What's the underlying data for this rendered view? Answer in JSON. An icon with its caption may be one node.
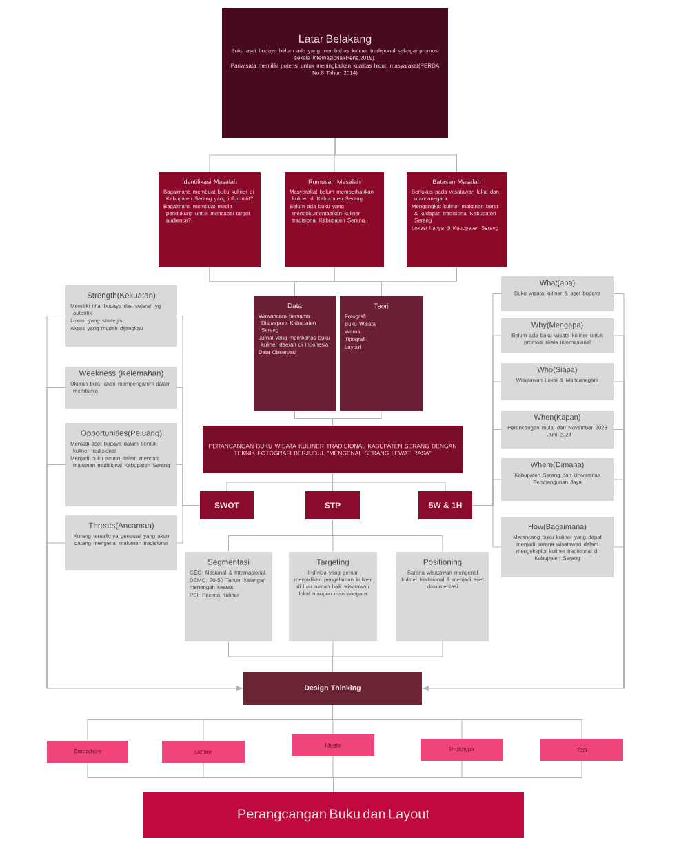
{
  "diagram": {
    "nodes": [
      {
        "text": [
          "Latar Belakang",
          "Buku aset budaya belum ada yang membahas kuliner tradisional sebagai promosi sekala internasional(Hens,2019).",
          "Pariwisata memiliki potensi untuk meningkatkan kualitas hidup masyarakat(PERDA No.8 Tahun 2014)"
        ]
      },
      {
        "text": [
          "Identifikasi Masalah",
          "Bagaimana membuat buku kuliner di Kabupaten Serang yang informatif?",
          "Bagaimana membuat media pendukung untuk mencapai target audience?"
        ]
      },
      {
        "text": [
          "Rumusan Masalah",
          "Masyarakat belum memperhatikan kuliner di Kabupaten Serang.",
          "Belum ada buku yang mendokumentasikan kuliner tradisional Kabupaten Serang."
        ]
      },
      {
        "text": [
          "Batasan Masalah",
          "Berfokus pada wisatawan lokal dan mancanegara.",
          "Mengangkat kuliner makanan berat & kudapan tradisional Kabupaten Serang",
          "Lokasi hanya di Kabupaten Serang"
        ]
      },
      {
        "text": [
          "Data",
          "Wawancara bersama Disparpora Kabupaten Serang",
          "Jurnal yang membahas buku kuliner daerah di Indonesia",
          "Data Observasi"
        ]
      },
      {
        "text": [
          "Teori",
          "Fotografi",
          "Buku Wisata",
          "Warna",
          "Tipografi",
          "Layout"
        ]
      },
      {
        "text": [
          "PERANCANGAN BUKU WISATA KULINER TRADISIONAL KABUPATEN SERANG DENGAN TEKNIK FOTOGRAFI BERJUDUL \"MENGENAL SERANG LEWAT RASA\""
        ]
      },
      {
        "text": [
          "SWOT"
        ]
      },
      {
        "text": [
          "STP"
        ]
      },
      {
        "text": [
          "5W & 1H"
        ]
      },
      {
        "text": [
          "Strength(Kekuatan)",
          "Memiliki nilai budaya dan sejarah yg autentik",
          "Lokasi yang strategis",
          "Akses yang mudah dijangkau"
        ]
      },
      {
        "text": [
          "Weekness (Kelemahan)",
          "Ukuran buku akan mempengaruhi dalam membawa"
        ]
      },
      {
        "text": [
          "Opportunities(Peluang)",
          "Menjadi aset budaya dalam bentuk kuliner tradisional",
          "Menjadi buku acuan dalam mencari makanan tradisional Kabupaten Serang"
        ]
      },
      {
        "text": [
          "Threats(Ancaman)",
          "Kurang tertariknya generasi yang akan datang mengenal makanan tradisional"
        ]
      },
      {
        "text": [
          "What(apa)",
          "Buku wisata kuliner & aset budaya"
        ]
      },
      {
        "text": [
          "Why(Mengapa)",
          "Belum ada buku wisata kuliner untuk promosi skala internasional"
        ]
      },
      {
        "text": [
          "Who(Siapa)",
          "Wisatawan Lokal & Mancanegara"
        ]
      },
      {
        "text": [
          "When(Kapan)",
          "Perancangan mulai dari November 2023 - Juni 2024"
        ]
      },
      {
        "text": [
          "Where(Dimana)",
          "Kabupaten Serang dan Universitas Pembangunan Jaya"
        ]
      },
      {
        "text": [
          "How(Bagaimana)",
          "Merancang buku kuliner yang dapat menjadi sarana wisatawan dalam mengeksplor kuliner tradisional di Kabupaten Serang"
        ]
      },
      {
        "text": [
          "Segmentasi",
          "GEO: Nasional & Internasional.",
          "DEMO: 20-50 Tahun, kalangan menengah keatas.",
          "PSI: Pecinta Kuliner"
        ]
      },
      {
        "text": [
          "Targeting",
          "Individu yang gemar menjadikan pengalaman kuliner di luar rumah baik wisatawan lokal maupun mancanegara"
        ]
      },
      {
        "text": [
          "Positioning",
          "Sarana wisatawan mengenal kuliner tradisional & menjadi aset dokumentasi"
        ]
      },
      {
        "text": [
          "Design Thinking"
        ]
      },
      {
        "text": [
          "Empathize"
        ]
      },
      {
        "text": [
          "Define"
        ]
      },
      {
        "text": [
          "Ideate"
        ]
      },
      {
        "text": [
          "Prototype"
        ]
      },
      {
        "text": [
          "Test"
        ]
      },
      {
        "text": [
          "Perangcangan Buku dan Layout"
        ]
      }
    ],
    "edges": [
      {
        "from": 0,
        "to": 1,
        "arrow": "none"
      },
      {
        "from": 0,
        "to": 2,
        "arrow": "none"
      },
      {
        "from": 0,
        "to": 3,
        "arrow": "none"
      },
      {
        "from": 1,
        "to": 4,
        "arrow": "none"
      },
      {
        "from": 1,
        "to": 5,
        "arrow": "none"
      },
      {
        "from": 2,
        "to": 4,
        "arrow": "none"
      },
      {
        "from": 2,
        "to": 5,
        "arrow": "none"
      },
      {
        "from": 3,
        "to": 4,
        "arrow": "none"
      },
      {
        "from": 3,
        "to": 5,
        "arrow": "none"
      },
      {
        "from": 4,
        "to": 6,
        "arrow": "none"
      },
      {
        "from": 5,
        "to": 6,
        "arrow": "none"
      },
      {
        "from": 6,
        "to": 7,
        "arrow": "none"
      },
      {
        "from": 6,
        "to": 8,
        "arrow": "none"
      },
      {
        "from": 6,
        "to": 9,
        "arrow": "none"
      },
      {
        "from": 7,
        "to": 10,
        "arrow": "none"
      },
      {
        "from": 7,
        "to": 11,
        "arrow": "none"
      },
      {
        "from": 7,
        "to": 12,
        "arrow": "none"
      },
      {
        "from": 7,
        "to": 13,
        "arrow": "none"
      },
      {
        "from": 9,
        "to": 14,
        "arrow": "none"
      },
      {
        "from": 9,
        "to": 15,
        "arrow": "none"
      },
      {
        "from": 9,
        "to": 16,
        "arrow": "none"
      },
      {
        "from": 9,
        "to": 17,
        "arrow": "none"
      },
      {
        "from": 9,
        "to": 18,
        "arrow": "none"
      },
      {
        "from": 9,
        "to": 19,
        "arrow": "none"
      },
      {
        "from": 8,
        "to": 20,
        "arrow": "none"
      },
      {
        "from": 8,
        "to": 21,
        "arrow": "none"
      },
      {
        "from": 8,
        "to": 22,
        "arrow": "none"
      },
      {
        "from": 20,
        "to": 23,
        "arrow": "none"
      },
      {
        "from": 21,
        "to": 23,
        "arrow": "none"
      },
      {
        "from": 22,
        "to": 23,
        "arrow": "none"
      },
      {
        "from": 10,
        "to": 23,
        "arrow": "to"
      },
      {
        "from": 11,
        "to": 23,
        "arrow": "to"
      },
      {
        "from": 12,
        "to": 23,
        "arrow": "to"
      },
      {
        "from": 13,
        "to": 23,
        "arrow": "to"
      },
      {
        "from": 14,
        "to": 23,
        "arrow": "to"
      },
      {
        "from": 15,
        "to": 23,
        "arrow": "to"
      },
      {
        "from": 16,
        "to": 23,
        "arrow": "to"
      },
      {
        "from": 17,
        "to": 23,
        "arrow": "to"
      },
      {
        "from": 18,
        "to": 23,
        "arrow": "to"
      },
      {
        "from": 19,
        "to": 23,
        "arrow": "to"
      },
      {
        "from": 23,
        "to": 24,
        "arrow": "none"
      },
      {
        "from": 23,
        "to": 25,
        "arrow": "none"
      },
      {
        "from": 23,
        "to": 26,
        "arrow": "none"
      },
      {
        "from": 23,
        "to": 27,
        "arrow": "none"
      },
      {
        "from": 23,
        "to": 28,
        "arrow": "none"
      },
      {
        "from": 24,
        "to": 29,
        "arrow": "none"
      },
      {
        "from": 25,
        "to": 29,
        "arrow": "none"
      },
      {
        "from": 26,
        "to": 29,
        "arrow": "none"
      },
      {
        "from": 27,
        "to": 29,
        "arrow": "none"
      },
      {
        "from": 28,
        "to": 29,
        "arrow": "none"
      }
    ]
  }
}
